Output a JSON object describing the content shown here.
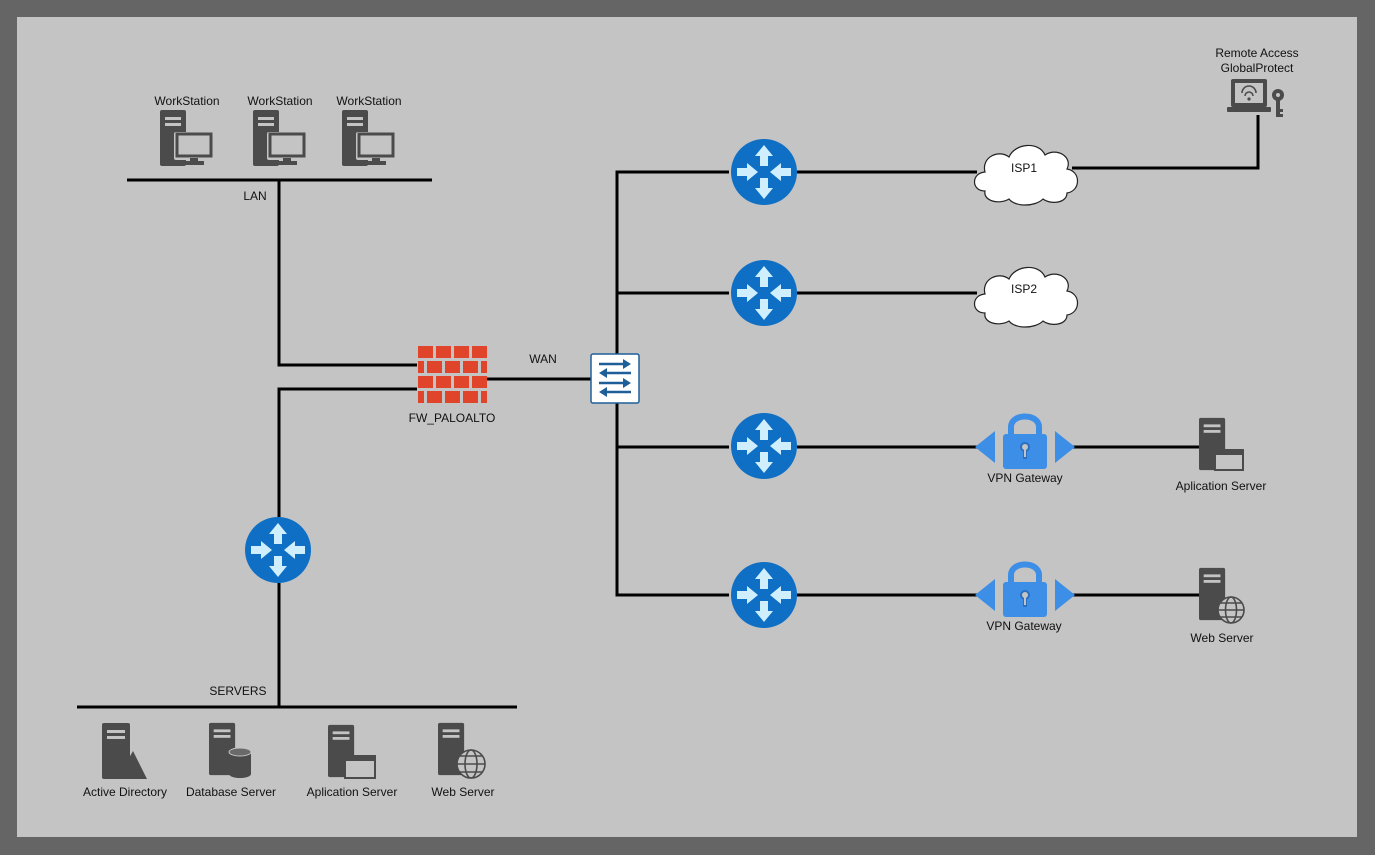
{
  "labels": {
    "workstation_1": "WorkStation",
    "workstation_2": "WorkStation",
    "workstation_3": "WorkStation",
    "lan": "LAN",
    "wan": "WAN",
    "firewall": "FW_PALOALTO",
    "servers": "SERVERS",
    "isp1": "ISP1",
    "isp2": "ISP2",
    "remote_access_line1": "Remote Access",
    "remote_access_line2": "GlobalProtect",
    "vpn_gateway_1": "VPN Gateway",
    "vpn_gateway_2": "VPN Gateway",
    "remote_app_server": "Aplication Server",
    "remote_web_server": "Web Server",
    "active_directory": "Active Directory",
    "database_server": "Database Server",
    "local_app_server": "Aplication Server",
    "local_web_server": "Web Server"
  },
  "colors": {
    "background_frame": "#656565",
    "canvas": "#c4c4c4",
    "router": "#0e6fc4",
    "router_arrows": "#cfefff",
    "firewall": "#e0452b",
    "vpn_gateway": "#3c8ee6",
    "server_icon": "#4b4b4b",
    "line": "#000000"
  },
  "icons": {
    "router": "router-icon",
    "firewall": "firewall-icon",
    "switch": "switch-icon",
    "cloud": "cloud-icon",
    "vpn": "vpn-gateway-lock-icon",
    "workstation": "workstation-icon",
    "laptop_key": "laptop-key-icon",
    "server": "server-icon"
  }
}
